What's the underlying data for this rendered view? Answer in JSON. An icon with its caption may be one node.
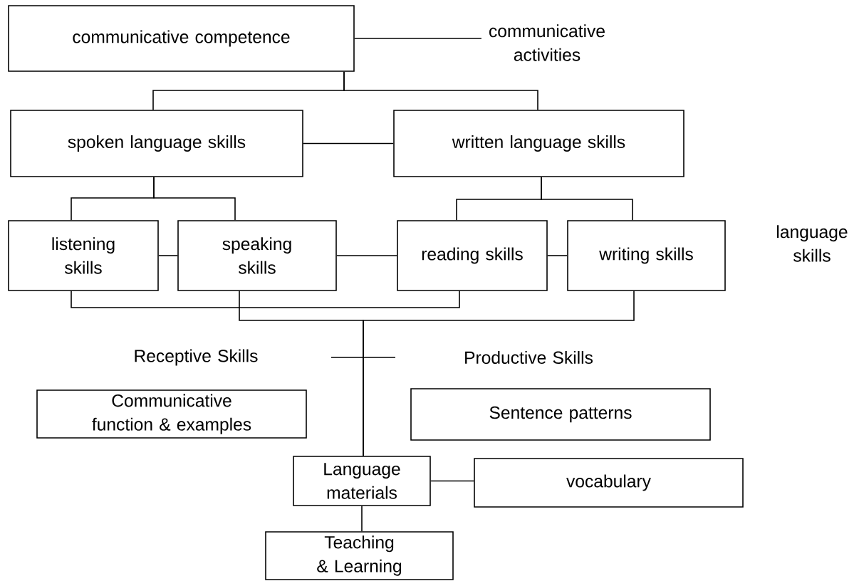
{
  "diagram": {
    "nodes": [
      {
        "text": [
          "communicative competence"
        ]
      },
      {
        "text": [
          "communicative activities"
        ]
      },
      {
        "text": [
          "spoken language skills"
        ]
      },
      {
        "text": [
          "written language skills"
        ]
      },
      {
        "text": [
          "listening skills"
        ]
      },
      {
        "text": [
          "speaking skills"
        ]
      },
      {
        "text": [
          "reading skills"
        ]
      },
      {
        "text": [
          "writing skills"
        ]
      },
      {
        "text": [
          "Communicative function & examples"
        ]
      },
      {
        "text": [
          "Sentence patterns"
        ]
      },
      {
        "text": [
          "Language materials"
        ]
      },
      {
        "text": [
          "vocabulary"
        ]
      },
      {
        "text": [
          "Teaching & Learning"
        ]
      }
    ],
    "edges": [
      {
        "from": 0,
        "to": 1,
        "arrow": "none"
      },
      {
        "from": 0,
        "to": 2,
        "arrow": "none"
      },
      {
        "from": 0,
        "to": 3,
        "arrow": "none"
      },
      {
        "from": 2,
        "to": 3,
        "arrow": "none"
      },
      {
        "from": 2,
        "to": 4,
        "arrow": "none"
      },
      {
        "from": 2,
        "to": 5,
        "arrow": "none"
      },
      {
        "from": 3,
        "to": 6,
        "arrow": "none"
      },
      {
        "from": 3,
        "to": 7,
        "arrow": "none"
      },
      {
        "from": 4,
        "to": 5,
        "arrow": "none"
      },
      {
        "from": 5,
        "to": 6,
        "arrow": "none"
      },
      {
        "from": 6,
        "to": 7,
        "arrow": "none"
      },
      {
        "from": 4,
        "to": 6,
        "arrow": "none"
      },
      {
        "from": 5,
        "to": 10,
        "arrow": "none"
      },
      {
        "from": 7,
        "to": 10,
        "arrow": "none"
      },
      {
        "from": 10,
        "to": 11,
        "arrow": "none"
      },
      {
        "from": 10,
        "to": 12,
        "arrow": "none"
      }
    ],
    "labels": [
      "language skills",
      "Receptive Skills",
      "Productive Skills"
    ]
  }
}
